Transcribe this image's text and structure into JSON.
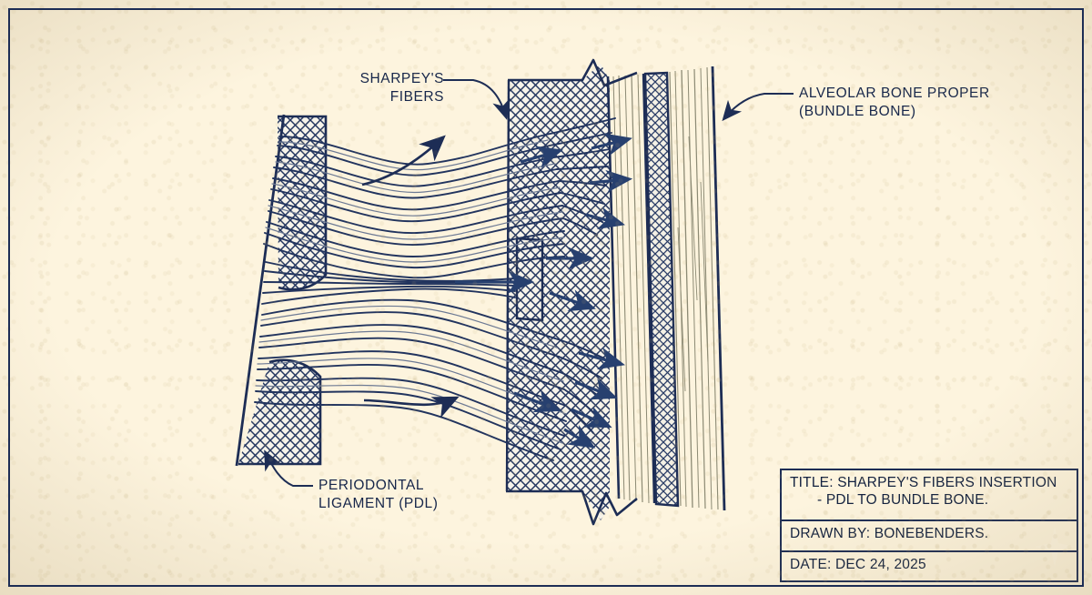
{
  "document": {
    "kind": "technical-blueprint-illustration",
    "paper_color": "#fdf4de",
    "ink_color": "#1d2d55"
  },
  "labels": {
    "sharpey": "SHARPEY'S\nFIBERS",
    "alveolar": "ALVEOLAR BONE PROPER\n(BUNDLE BONE)",
    "pdl": "PERIODONTAL\nLIGAMENT (PDL)"
  },
  "title_block": {
    "title_line1": "TITLE: SHARPEY'S FIBERS INSERTION",
    "title_line2": "- PDL TO BUNDLE BONE.",
    "drawn_by": "DRAWN BY: BONEBENDERS.",
    "date": "DATE: DEC 24, 2025"
  },
  "diagram": {
    "regions": [
      {
        "name": "cementum-upper",
        "fill": "crosshatch"
      },
      {
        "name": "cementum-lower",
        "fill": "crosshatch"
      },
      {
        "name": "periodontal-ligament-fibers",
        "fill": "fiber-lines"
      },
      {
        "name": "bundle-bone",
        "fill": "crosshatch"
      },
      {
        "name": "lamellar-bone-inner",
        "fill": "stripes"
      },
      {
        "name": "lamellar-band",
        "fill": "crosshatch"
      },
      {
        "name": "lamellar-bone-outer",
        "fill": "stripes"
      }
    ]
  }
}
